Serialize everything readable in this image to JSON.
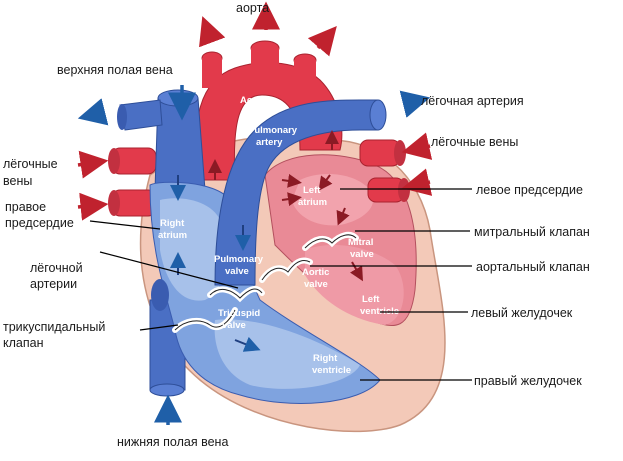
{
  "labels_ru": {
    "aorta": "аорта",
    "superior_vena_cava": "верхняя полая вена",
    "pulmonary_artery": "лёгочная артерия",
    "pulmonary_veins_right": "лёгочные вены",
    "pulmonary_veins_left_1": "лёгочные",
    "pulmonary_veins_left_2": "вены",
    "left_atrium": "левое предсердие",
    "right_atrium_1": "правое",
    "right_atrium_2": "предсердие",
    "mitral_valve": "митральный клапан",
    "pulmonary_valve_1": "лёгочной",
    "pulmonary_valve_2": "артерии",
    "aortic_valve": "аортальный клапан",
    "left_ventricle": "левый желудочек",
    "tricuspid_valve_1": "трикуспидальный",
    "tricuspid_valve_2": "клапан",
    "right_ventricle": "правый желудочек",
    "inferior_vena_cava": "нижняя полая вена"
  },
  "labels_en": {
    "aorta": "Aorta",
    "pulmonary_artery_1": "Pulmonary",
    "pulmonary_artery_2": "artery",
    "left_atrium_1": "Left",
    "left_atrium_2": "atrium",
    "right_atrium_1": "Right",
    "right_atrium_2": "atrium",
    "mitral_valve_1": "Mitral",
    "mitral_valve_2": "valve",
    "pulmonary_valve_1": "Pulmonary",
    "pulmonary_valve_2": "valve",
    "aortic_valve_1": "Aortic",
    "aortic_valve_2": "valve",
    "tricuspid_valve_1": "Tricuspid",
    "tricuspid_valve_2": "valve",
    "left_ventricle_1": "Left",
    "left_ventricle_2": "ventricle",
    "right_ventricle_1": "Right",
    "right_ventricle_2": "ventricle"
  },
  "colors": {
    "oxygenated": "#e23a4b",
    "deoxygenated": "#4a6fc4",
    "arrow_blue": "#1f5fa8",
    "arrow_red": "#c0222e",
    "pericardium": "#f3c9b8",
    "muscle_pink": "#e98a96"
  }
}
